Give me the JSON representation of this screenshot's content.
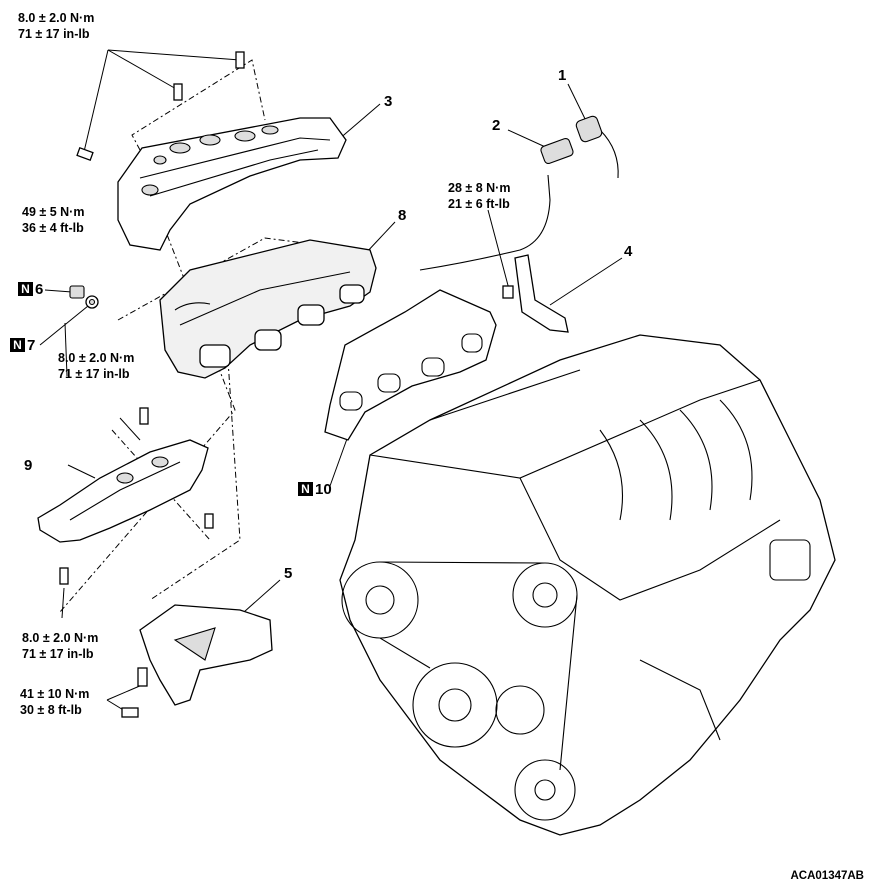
{
  "torques": {
    "t1": {
      "nm": "8.0 ± 2.0 N·m",
      "inlb": "71 ± 17 in-lb"
    },
    "t2": {
      "nm": "28 ± 8 N·m",
      "inlb": "21 ± 6 ft-lb"
    },
    "t3": {
      "nm": "49 ± 5 N·m",
      "inlb": "36 ± 4 ft-lb"
    },
    "t4": {
      "nm": "8.0 ± 2.0 N·m",
      "inlb": "71 ± 17 in-lb"
    },
    "t5": {
      "nm": "8.0 ± 2.0 N·m",
      "inlb": "71 ± 17 in-lb"
    },
    "t6": {
      "nm": "41 ± 10 N·m",
      "inlb": "30 ± 8 ft-lb"
    }
  },
  "callouts": {
    "c1": "1",
    "c2": "2",
    "c3": "3",
    "c4": "4",
    "c5": "5",
    "c6": "6",
    "c7": "7",
    "c8": "8",
    "c9": "9",
    "c10": "10"
  },
  "replace_marker": "N",
  "figure_id": "ACA01347AB"
}
